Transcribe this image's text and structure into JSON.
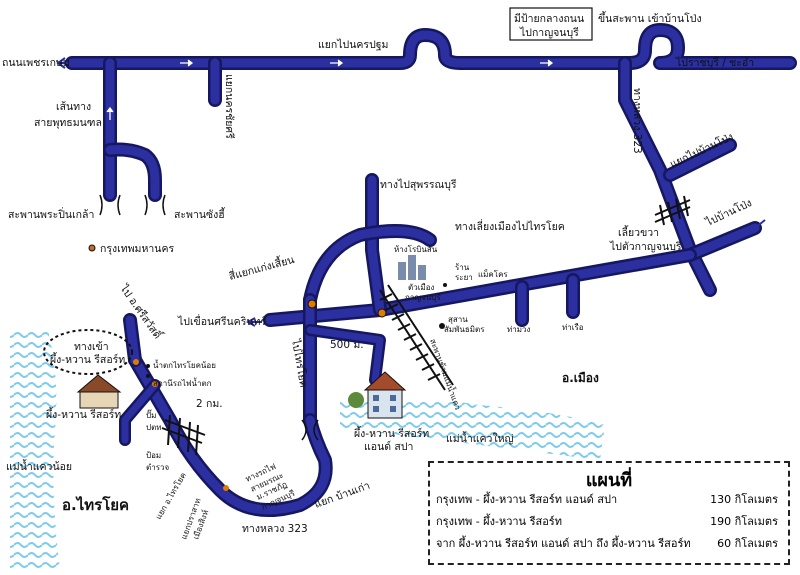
{
  "colors": {
    "road": "#2b2fa0",
    "road_edge": "#151860",
    "water": "#8fd4f0",
    "rail": "#111111"
  },
  "labels": {
    "phetkasem": "ถนนเพชรเกษม",
    "nakhon_pathom": "แยกไปนครปฐม",
    "sign_box_1": "มีป้ายกลางถนน",
    "sign_box_2": "ไปกาญจนบุรี",
    "bridge_bypass": "ขึ้นสะพาน เข้าบ้านโป่ง",
    "ratchaburi": "ไปราชบุรี / ชะอำ",
    "nakhon_chaisri": "แยกนครชัยศรี",
    "buddha_1": "เส้นทาง",
    "buddha_2": "สายพุทธมนฑล",
    "bridge_pinklao": "สะพานพระปิ่นเกล้า",
    "bridge_sungsee": "สะพานซังฮี้",
    "bangkok": "กรุงเทพมหานคร",
    "hwy323_a": "ทางหลวง 323",
    "to_banpong": "แยกไปบ้านโป่ง",
    "to_banpong2": "ไปบ้านโป่ง",
    "turn_right_1": "เลี้ยวขวา",
    "turn_right_2": "ไปตัวกาญจนบุรี",
    "suphan": "ทางไปสุพรรณบุรี",
    "bypass_saiyok": "ทางเลี่ยงเมืองไปไทรโยค",
    "robinson": "ห้างโรบินสัน",
    "town_1": "ตัวเมือง",
    "town_2": "กาญจนบุรี",
    "restaurant_1": "ร้าน",
    "restaurant_2": "ระยา",
    "makro": "แม็คโคร",
    "kaeng_sian": "สี่แยกแก่งเสี้ยน",
    "dam": "ไปเขื่อนศรีนครินทร์",
    "srisawat": "ไป อ.ศรีสวัสดิ์",
    "tha_muang": "ท่าม่วง",
    "tha_ruea": "ท่าเรือ",
    "cemetery_1": "สุสาน",
    "cemetery_2": "สัมพันธมิตร",
    "rail_bridge": "สะพานข้ามแม่น้ำแคว",
    "mueang": "อ.เมือง",
    "to_saiyok": "ไปไทรโยค",
    "dist_500": "500 ม.",
    "entrance_1": "ทางเข้า",
    "entrance_2": "ผึ้ง-หวาน รีสอร์ท",
    "waterfall": "น้ำตกไทรโยคน้อย",
    "station": "สถานีรถไฟน้ำตก",
    "dist_2km": "2 กม.",
    "resort_small": "ผึ้ง-หวาน รีสอร์ท",
    "gas_1": "ปั๊ม",
    "gas_2": "ปตท",
    "police_1": "ป้อม",
    "police_2": "ตำรวจ",
    "khwae_noi": "แม่น้ำแควน้อย",
    "sai_yok": "อ.ไทรโยค",
    "to_saiyok_junction": "แยก อ.ไทรโยค",
    "saiyok_school_1": "แยกปราสาท",
    "saiyok_school_2": "เมืองสิงห์",
    "fire_1": "ทางรถไฟ",
    "fire_2": "สายมรณะ",
    "uni_1": "ม.ราชภัฏ",
    "uni_2": "กาญจนบุรี",
    "resort_main_1": "ผึ้ง-หวาน รีสอร์ท",
    "resort_main_2": "แอนด์ สปา",
    "khwae_yai": "แม่น้ำแควใหญ่",
    "hwy323_b": "ทางหลวง 323",
    "ban_kao": "แยก บ้านเก่า"
  },
  "legend": {
    "title": "แผนที่",
    "rows": [
      {
        "route": "กรุงเทพ - ผึ้ง-หวาน รีสอร์ท แอนด์ สปา",
        "distance": "130 กิโลเมตร"
      },
      {
        "route": "กรุงเทพ - ผึ้ง-หวาน รีสอร์ท",
        "distance": "190 กิโลเมตร"
      },
      {
        "route": "จาก ผึ้ง-หวาน รีสอร์ท แอนด์ สปา ถึง ผึ้ง-หวาน รีสอร์ท",
        "distance": "60 กิโลเมตร"
      }
    ]
  }
}
